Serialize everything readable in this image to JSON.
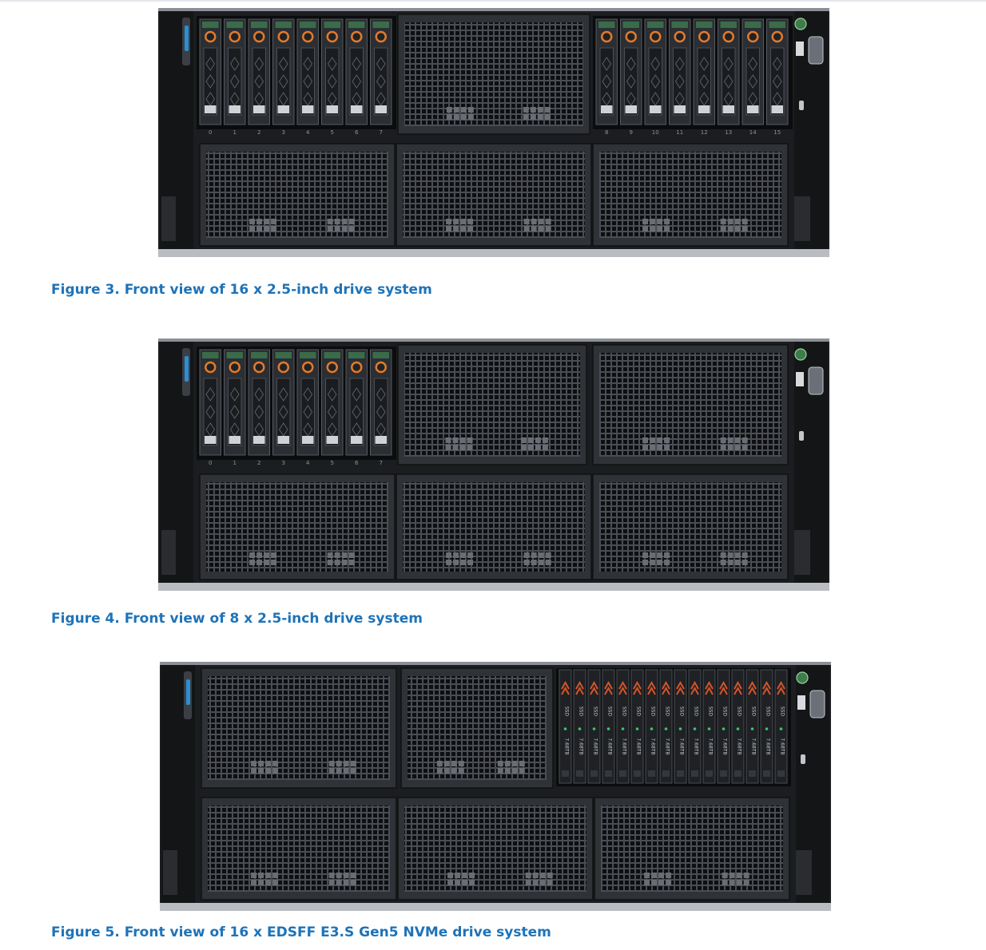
{
  "document": {
    "figures": [
      {
        "id": "fig3",
        "caption": "Figure 3. Front view of 16 x 2.5-inch drive system",
        "drive_count": 16,
        "drive_type": "2.5-inch",
        "slot_labels": [
          "0",
          "1",
          "2",
          "3",
          "4",
          "5",
          "6",
          "7",
          "8",
          "9",
          "10",
          "11",
          "12",
          "13",
          "14",
          "15"
        ]
      },
      {
        "id": "fig4",
        "caption": "Figure 4. Front view of 8 x 2.5-inch drive system",
        "drive_count": 8,
        "drive_type": "2.5-inch",
        "slot_labels": [
          "0",
          "1",
          "2",
          "3",
          "4",
          "5",
          "6",
          "7"
        ]
      },
      {
        "id": "fig5",
        "caption": "Figure 5. Front view of 16 x EDSFF E3.S Gen5 NVMe drive system",
        "drive_count": 16,
        "drive_type": "EDSFF E3.S",
        "drive_label_text": "SSD",
        "drive_part_text": "7.68TB"
      }
    ]
  },
  "colors": {
    "caption": "#1e73b8",
    "chassis": "#1b1d20",
    "panel": "#2f3236",
    "mesh": "#0e0f11",
    "drive_accent": "#e07a2e",
    "edsff_chevron": "#d6552a",
    "status_blue": "#2a8fd4"
  }
}
